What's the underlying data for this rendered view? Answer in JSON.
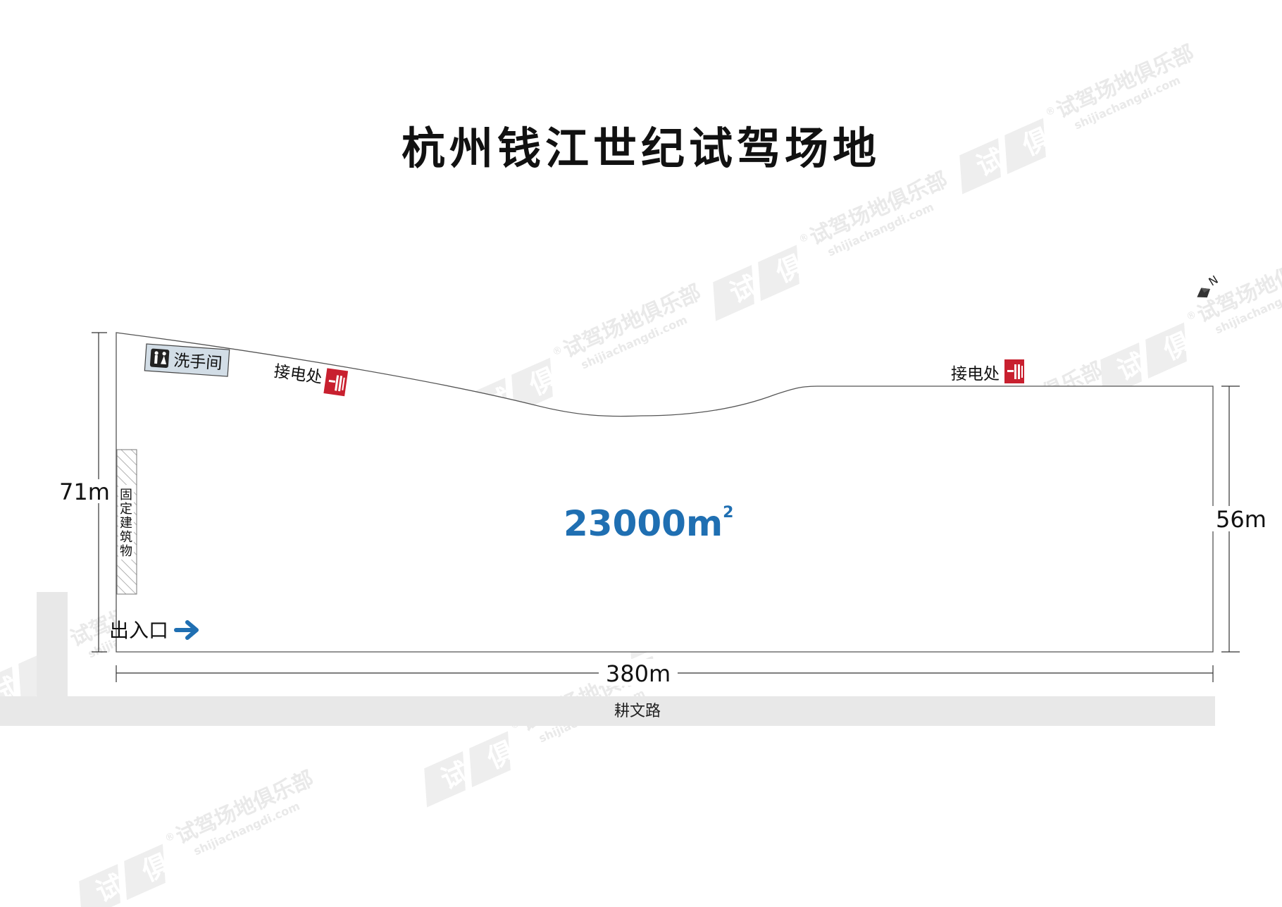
{
  "title": "杭州钱江世纪试驾场地",
  "dimensions": {
    "left": "71m",
    "right": "56m",
    "bottom": "380m"
  },
  "road": {
    "name": "耕文路"
  },
  "area": {
    "value": "23000",
    "unit": "m",
    "superscript": "2"
  },
  "restroom": {
    "label": "洗手间",
    "icon": "restroom-icon"
  },
  "power_points": [
    {
      "label": "接电处",
      "icon": "power-outlet-icon"
    },
    {
      "label": "接电处",
      "icon": "power-outlet-icon"
    }
  ],
  "building": {
    "label": [
      "固",
      "定",
      "建",
      "筑",
      "物"
    ]
  },
  "entrance": {
    "label": "出入口",
    "icon": "arrow-right-icon"
  },
  "north": {
    "label": "N",
    "icon": "north-arrow-icon"
  },
  "watermark": {
    "name": "试驾场地俱乐部",
    "url": "shijiachangdi.com",
    "logo_chars": [
      "试",
      "俱"
    ],
    "registered": "®"
  },
  "colors": {
    "area_text": "#1f6fb2",
    "power_red": "#c8202f",
    "road_gray": "#e8e8e8",
    "entrance_arrow": "#1f6fb2",
    "restroom_bg": "#d2dde6"
  }
}
